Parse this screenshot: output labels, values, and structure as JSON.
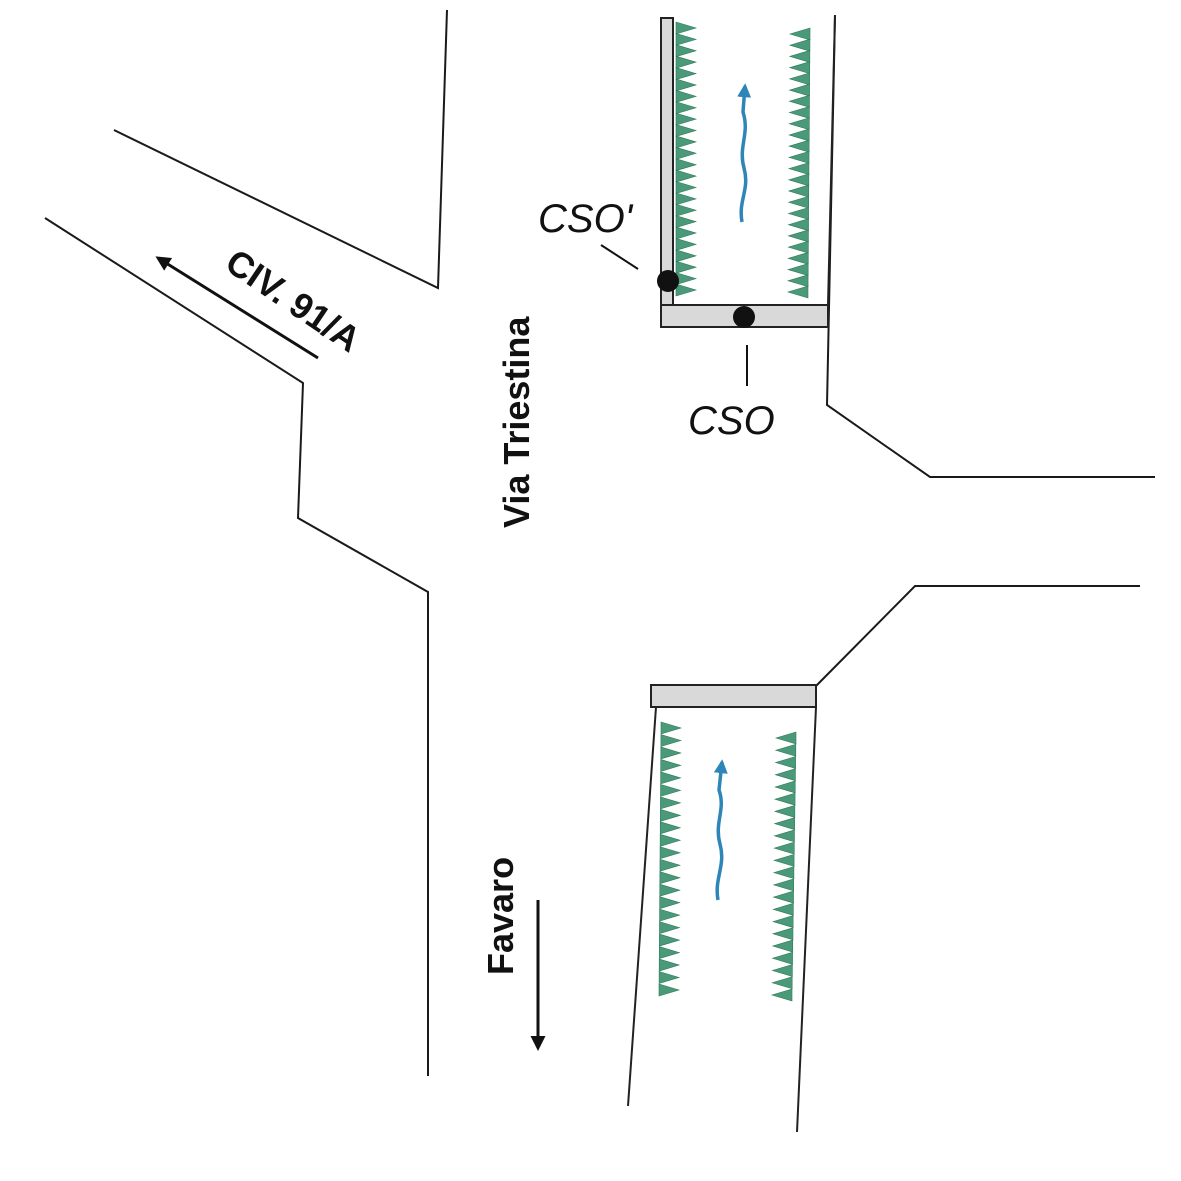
{
  "labels": {
    "street_name": "Via Triestina",
    "house_number": "CIV. 91/A",
    "direction_label": "Favaro",
    "cso_side": "CSO'",
    "cso_bottom": "CSO"
  },
  "colors": {
    "road_lines": "#1a1a1a",
    "canal_walls": "#d9d9d9",
    "vegetation": "#4a9a7a",
    "flow_arrow": "#2e86b8",
    "direction_arrow": "#111111"
  },
  "icons": {
    "vegetation": "grass-tick-icon",
    "flow": "water-flow-arrow-icon",
    "direction": "direction-arrow-icon",
    "outfall": "outfall-point-icon"
  }
}
